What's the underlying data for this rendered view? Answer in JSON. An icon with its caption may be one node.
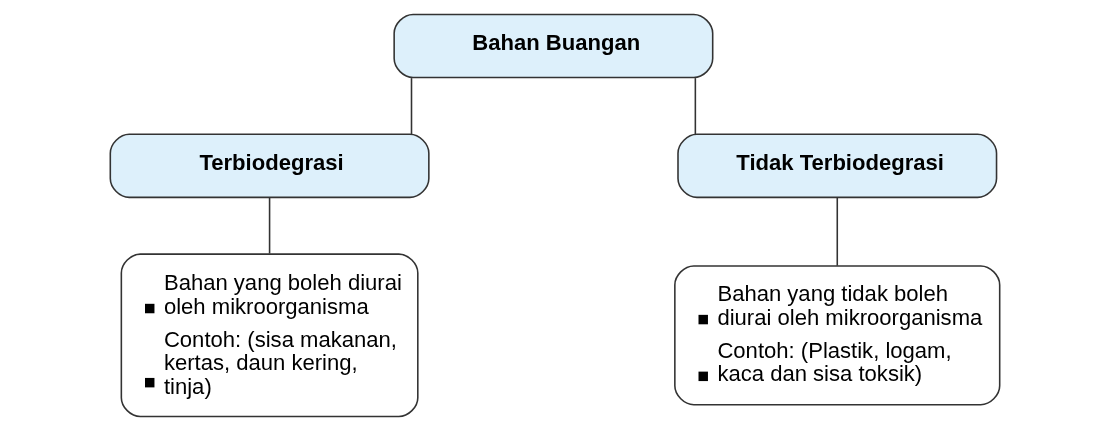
{
  "diagram": {
    "nodes": [
      {
        "text": [
          "Bahan Buangan"
        ]
      },
      {
        "text": [
          "Terbiodegrasi"
        ]
      },
      {
        "text": [
          "Tidak Terbiodegrasi"
        ]
      },
      {
        "text": [
          "Bahan yang boleh diurai oleh mikroorganisma",
          "Contoh: (sisa makanan, kertas, daun kering, tinja)"
        ]
      },
      {
        "text": [
          "Bahan yang tidak boleh diurai oleh mikroorganisma",
          "Contoh: (Plastik, logam, kaca dan sisa toksik)"
        ]
      }
    ],
    "edges": [
      {
        "from": 0,
        "to": 1,
        "arrow": "none"
      },
      {
        "from": 0,
        "to": 2,
        "arrow": "none"
      },
      {
        "from": 1,
        "to": 3,
        "arrow": "none"
      },
      {
        "from": 2,
        "to": 4,
        "arrow": "none"
      }
    ]
  }
}
